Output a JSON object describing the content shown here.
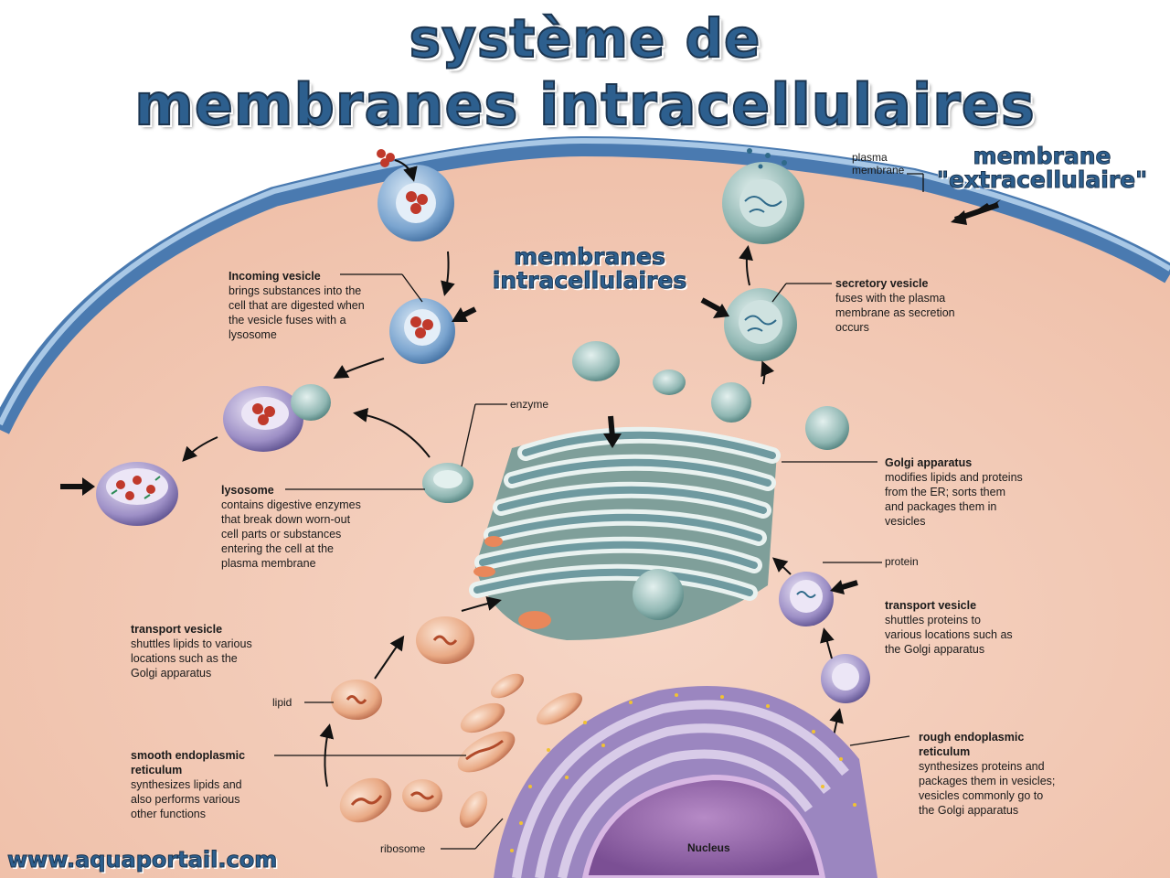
{
  "title": {
    "line1": "système de",
    "line2": "membranes intracellulaires"
  },
  "annotations": {
    "extracellular_line1": "membrane",
    "extracellular_line2": "\"extracellulaire\"",
    "intracellular_line1": "membranes",
    "intracellular_line2": "intracellulaires"
  },
  "labels": {
    "plasma_membrane": [
      "plasma",
      "membrane"
    ],
    "incoming_vesicle": {
      "title": "Incoming vesicle",
      "lines": [
        "brings substances into the",
        "cell that are digested when",
        "the vesicle fuses with a",
        "lysosome"
      ]
    },
    "secretory_vesicle": {
      "title": "secretory vesicle",
      "lines": [
        "fuses with the plasma",
        "membrane as secretion",
        "occurs"
      ]
    },
    "enzyme": "enzyme",
    "golgi": {
      "title": "Golgi apparatus",
      "lines": [
        "modifies lipids and proteins",
        "from the ER; sorts them",
        "and packages them in",
        "vesicles"
      ]
    },
    "lysosome": {
      "title": "lysosome",
      "lines": [
        "contains digestive enzymes",
        "that break down worn-out",
        "cell parts or substances",
        "entering the cell at the",
        "plasma membrane"
      ]
    },
    "protein": "protein",
    "transport_vesicle_right": {
      "title": "transport vesicle",
      "lines": [
        "shuttles proteins to",
        "various locations such as",
        "the Golgi apparatus"
      ]
    },
    "transport_vesicle_left": {
      "title": "transport vesicle",
      "lines": [
        "shuttles lipids to various",
        "locations such as the",
        "Golgi apparatus"
      ]
    },
    "lipid": "lipid",
    "smooth_er": {
      "title": "smooth endoplasmic",
      "title2": "reticulum",
      "lines": [
        "synthesizes lipids and",
        "also performs various",
        "other functions"
      ]
    },
    "rough_er": {
      "title": "rough endoplasmic",
      "title2": "reticulum",
      "lines": [
        "synthesizes proteins and",
        "packages them in vesicles;",
        "vesicles commonly go to",
        "the Golgi apparatus"
      ]
    },
    "ribosome": "ribosome",
    "nucleus": "Nucleus"
  },
  "website": "www.aquaportail.com",
  "colors": {
    "cytoplasm": "#f3cbb8",
    "membrane": "#4a7ab0",
    "title": "#2d5f8e",
    "golgi": "#6f9aa0",
    "rough_er": "#9b86c0",
    "smooth_er": "#e59a6f",
    "nucleus": "#9b6eae"
  }
}
